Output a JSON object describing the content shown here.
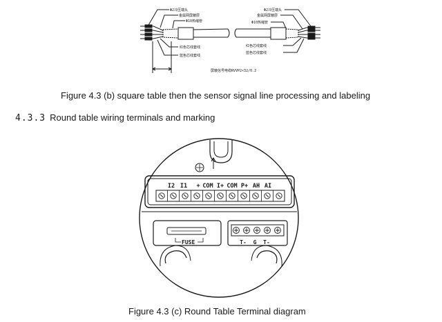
{
  "top_figure": {
    "labels": {
      "left": {
        "dia2_connector": "Φ2冷压端头",
        "heat_shrink": "金属网屏蔽层",
        "dia10_tube": "Φ10热缩管",
        "red_inner": "红色芯线套线",
        "blue_inner": "蓝色芯线套线"
      },
      "right": {
        "dia2_connector": "Φ2冷压端头",
        "heat_shrink": "金属网屏蔽层",
        "dia10_tube": "Φ10热缩管",
        "red_inner": "红色芯线套线",
        "blue_inner": "蓝色芯线套线"
      },
      "cable_spec": "屏蔽信号电缆RVVP2×32/0.2"
    },
    "caption": "Figure 4.3 (b) square table then the sensor signal line processing and labeling"
  },
  "section": {
    "number": "4.3.3",
    "title": "Round table wiring terminals and marking"
  },
  "terminal_diagram": {
    "top_labels": [
      "I2",
      "I1",
      "+",
      "COM",
      "I+",
      "COM",
      "P+",
      "AH",
      "AI"
    ],
    "fuse_label": "FUSE",
    "sensor_labels": [
      "T-",
      "G",
      "T-"
    ],
    "caption": "Figure 4.3 (c) Round Table Terminal diagram"
  },
  "colors": {
    "line": "#1a1a1a",
    "background": "#ffffff"
  }
}
